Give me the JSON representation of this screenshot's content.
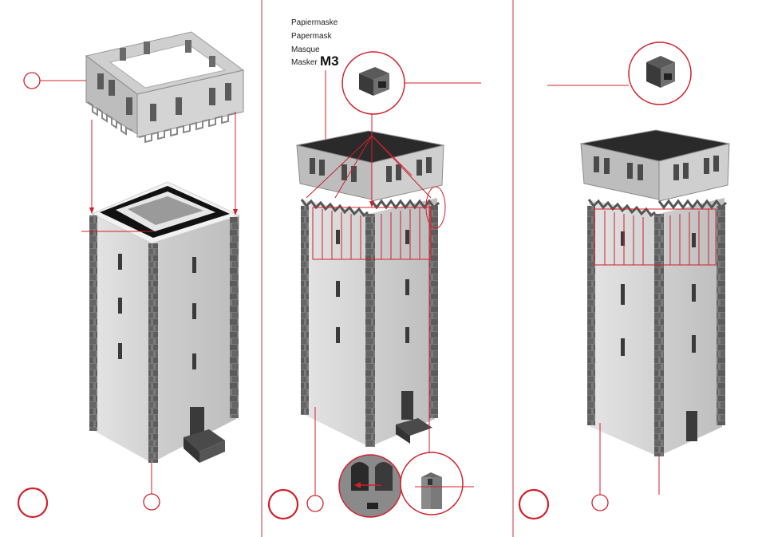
{
  "labels": {
    "lang_1": "Papiermaske",
    "lang_2": "Papermask",
    "lang_3": "Masque",
    "lang_4": "Masker",
    "part_code": "M3"
  },
  "colors": {
    "accent_red": "#d0202a",
    "stone_light": "#d6d6d6",
    "stone_dark": "#6e6e6e",
    "roof_black": "#2a2a2a",
    "divider": "#c03040"
  }
}
